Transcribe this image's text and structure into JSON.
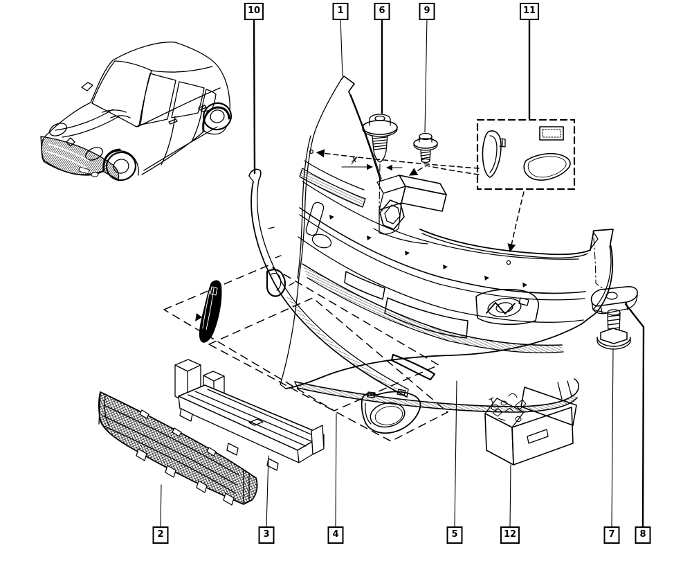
{
  "colors": {
    "line": "#000000",
    "background": "#ffffff"
  },
  "diagram": {
    "dimension_label": "x",
    "callouts_top": [
      {
        "label": "10"
      },
      {
        "label": "1"
      },
      {
        "label": "6"
      },
      {
        "label": "9"
      },
      {
        "label": "11"
      }
    ],
    "callouts_bottom": [
      {
        "label": "2"
      },
      {
        "label": "3"
      },
      {
        "label": "4"
      },
      {
        "label": "5"
      },
      {
        "label": "12"
      },
      {
        "label": "7"
      },
      {
        "label": "8"
      }
    ]
  }
}
